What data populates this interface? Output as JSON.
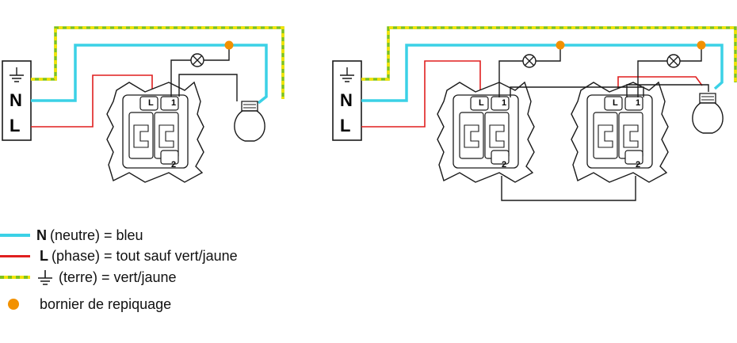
{
  "colors": {
    "neutral": "#3bd1e6",
    "phase": "#e01f1f",
    "earth_green": "#7dc21e",
    "earth_yellow": "#f4e300",
    "junction": "#f29100",
    "line": "#1a1a1a"
  },
  "icons": [
    "earth-symbol-icon",
    "lamp-symbol-icon",
    "bulb-icon",
    "switch-icon",
    "junction-dot-icon"
  ],
  "diagram1": {
    "supply_n": "N",
    "supply_l": "L",
    "switch_terminals": [
      "L",
      "1",
      "2"
    ]
  },
  "diagram2": {
    "supply_n": "N",
    "supply_l": "L",
    "switch_a_terminals": [
      "L",
      "1",
      "2"
    ],
    "switch_b_terminals": [
      "L",
      "1",
      "2"
    ]
  },
  "legend": {
    "neutral_key": "N",
    "neutral_text": "(neutre) = bleu",
    "phase_key": "L",
    "phase_text": "(phase) = tout sauf vert/jaune",
    "earth_text": "(terre) = vert/jaune",
    "junction_text": "bornier de repiquage"
  }
}
